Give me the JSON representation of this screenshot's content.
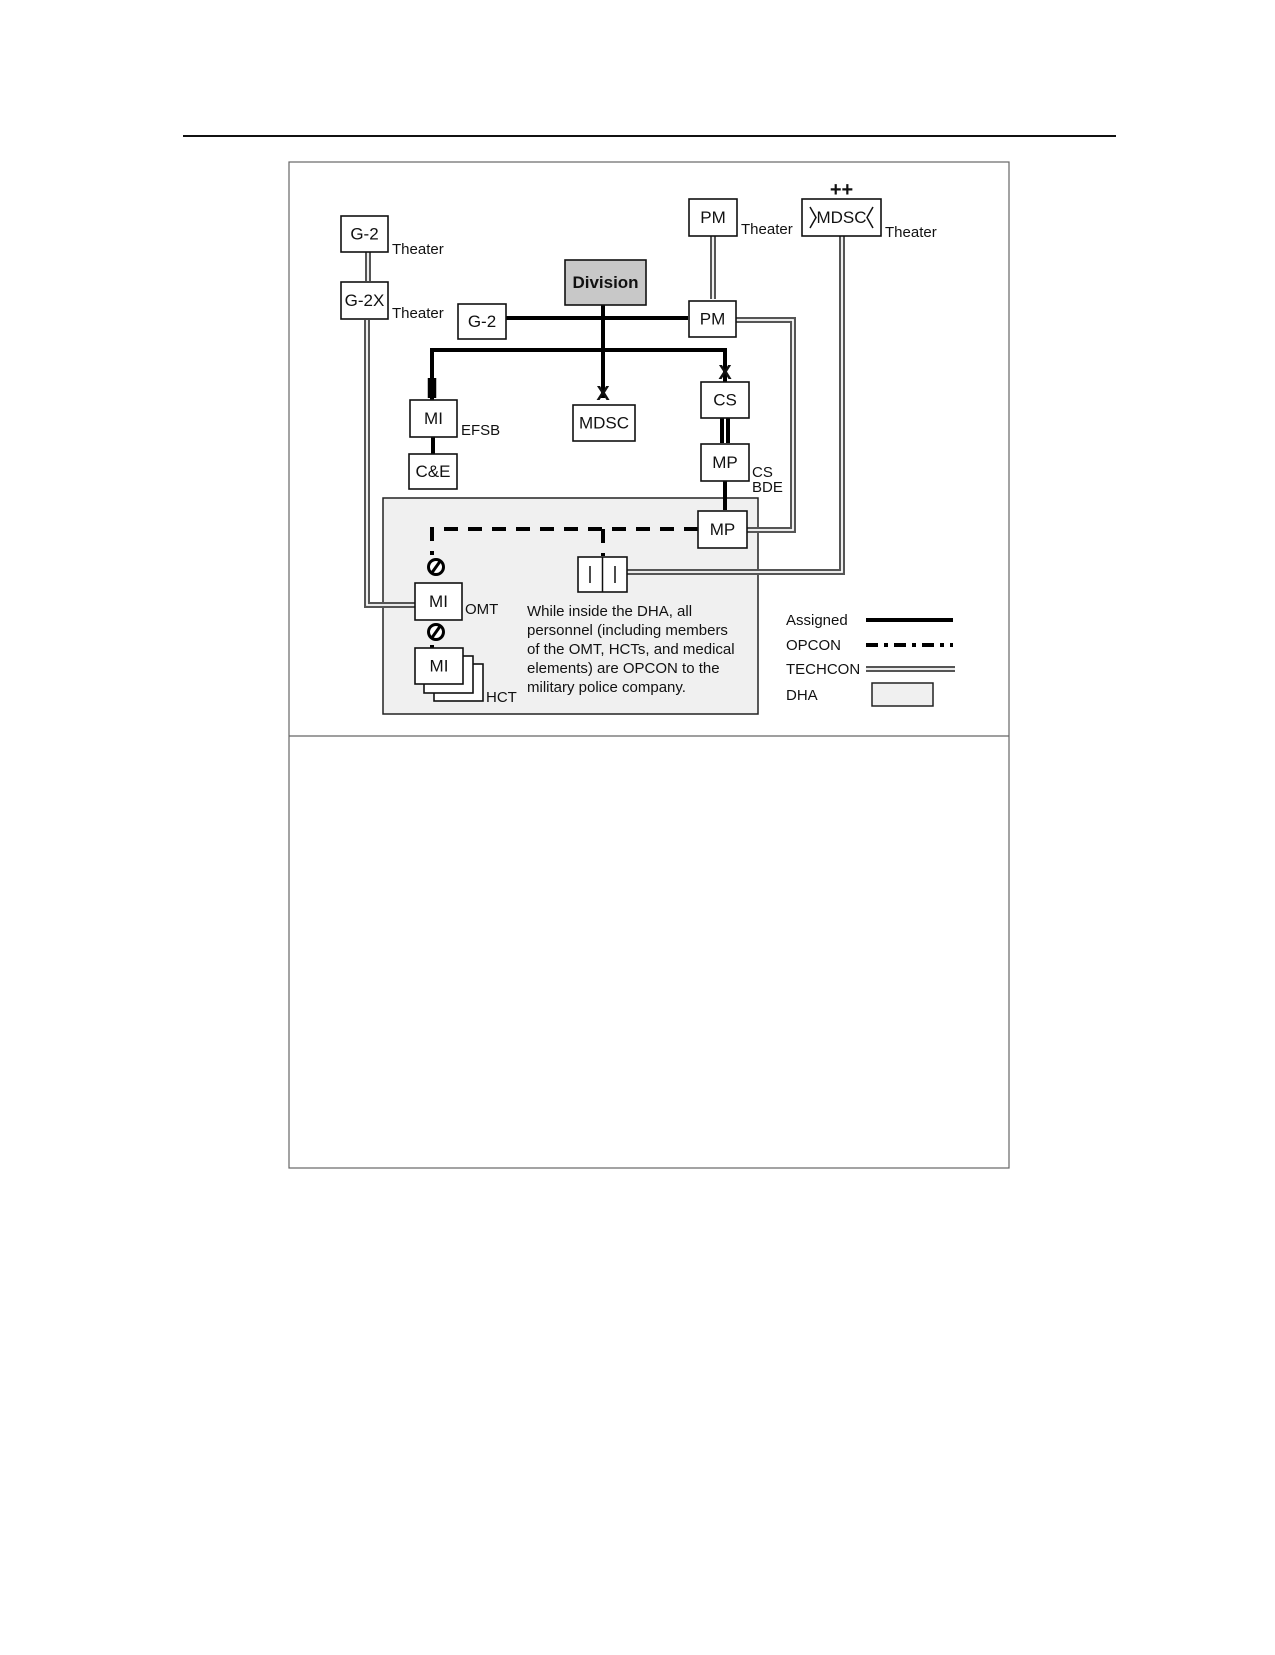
{
  "units": {
    "g2_theater": "G-2",
    "g2x_theater": "G-2X",
    "pm_theater": "PM",
    "mdsc_theater": "MDSC",
    "division": "Division",
    "g2_division": "G-2",
    "pm_division": "PM",
    "mi_efsb": "MI",
    "ce": "C&E",
    "mdsc_division": "MDSC",
    "cs": "CS",
    "mp_cs_bde": "MP",
    "mp_company": "MP",
    "mi_omt": "MI",
    "mi_hct": "MI"
  },
  "side_labels": {
    "g2_theater": "Theater",
    "g2x_theater": "Theater",
    "pm_theater": "Theater",
    "mdsc_theater": "Theater",
    "efsb": "EFSB",
    "cs_bde_line1": "CS",
    "cs_bde_line2": "BDE",
    "omt": "OMT",
    "hct": "HCT"
  },
  "echelon_marks": {
    "mdsc_theater": "++",
    "mdsc_division": "X",
    "cs": "X"
  },
  "note_lines": [
    "While inside the DHA, all",
    "personnel (including members",
    "of the OMT, HCTs, and medical",
    "elements) are OPCON to the",
    "military police company."
  ],
  "legend": {
    "assigned": "Assigned",
    "opcon": "OPCON",
    "techcon": "TECHCON",
    "dha": "DHA"
  },
  "colors": {
    "division_fill": "#c8c8c8",
    "dha_fill": "#f0f0f0",
    "techcon": "#555555"
  }
}
